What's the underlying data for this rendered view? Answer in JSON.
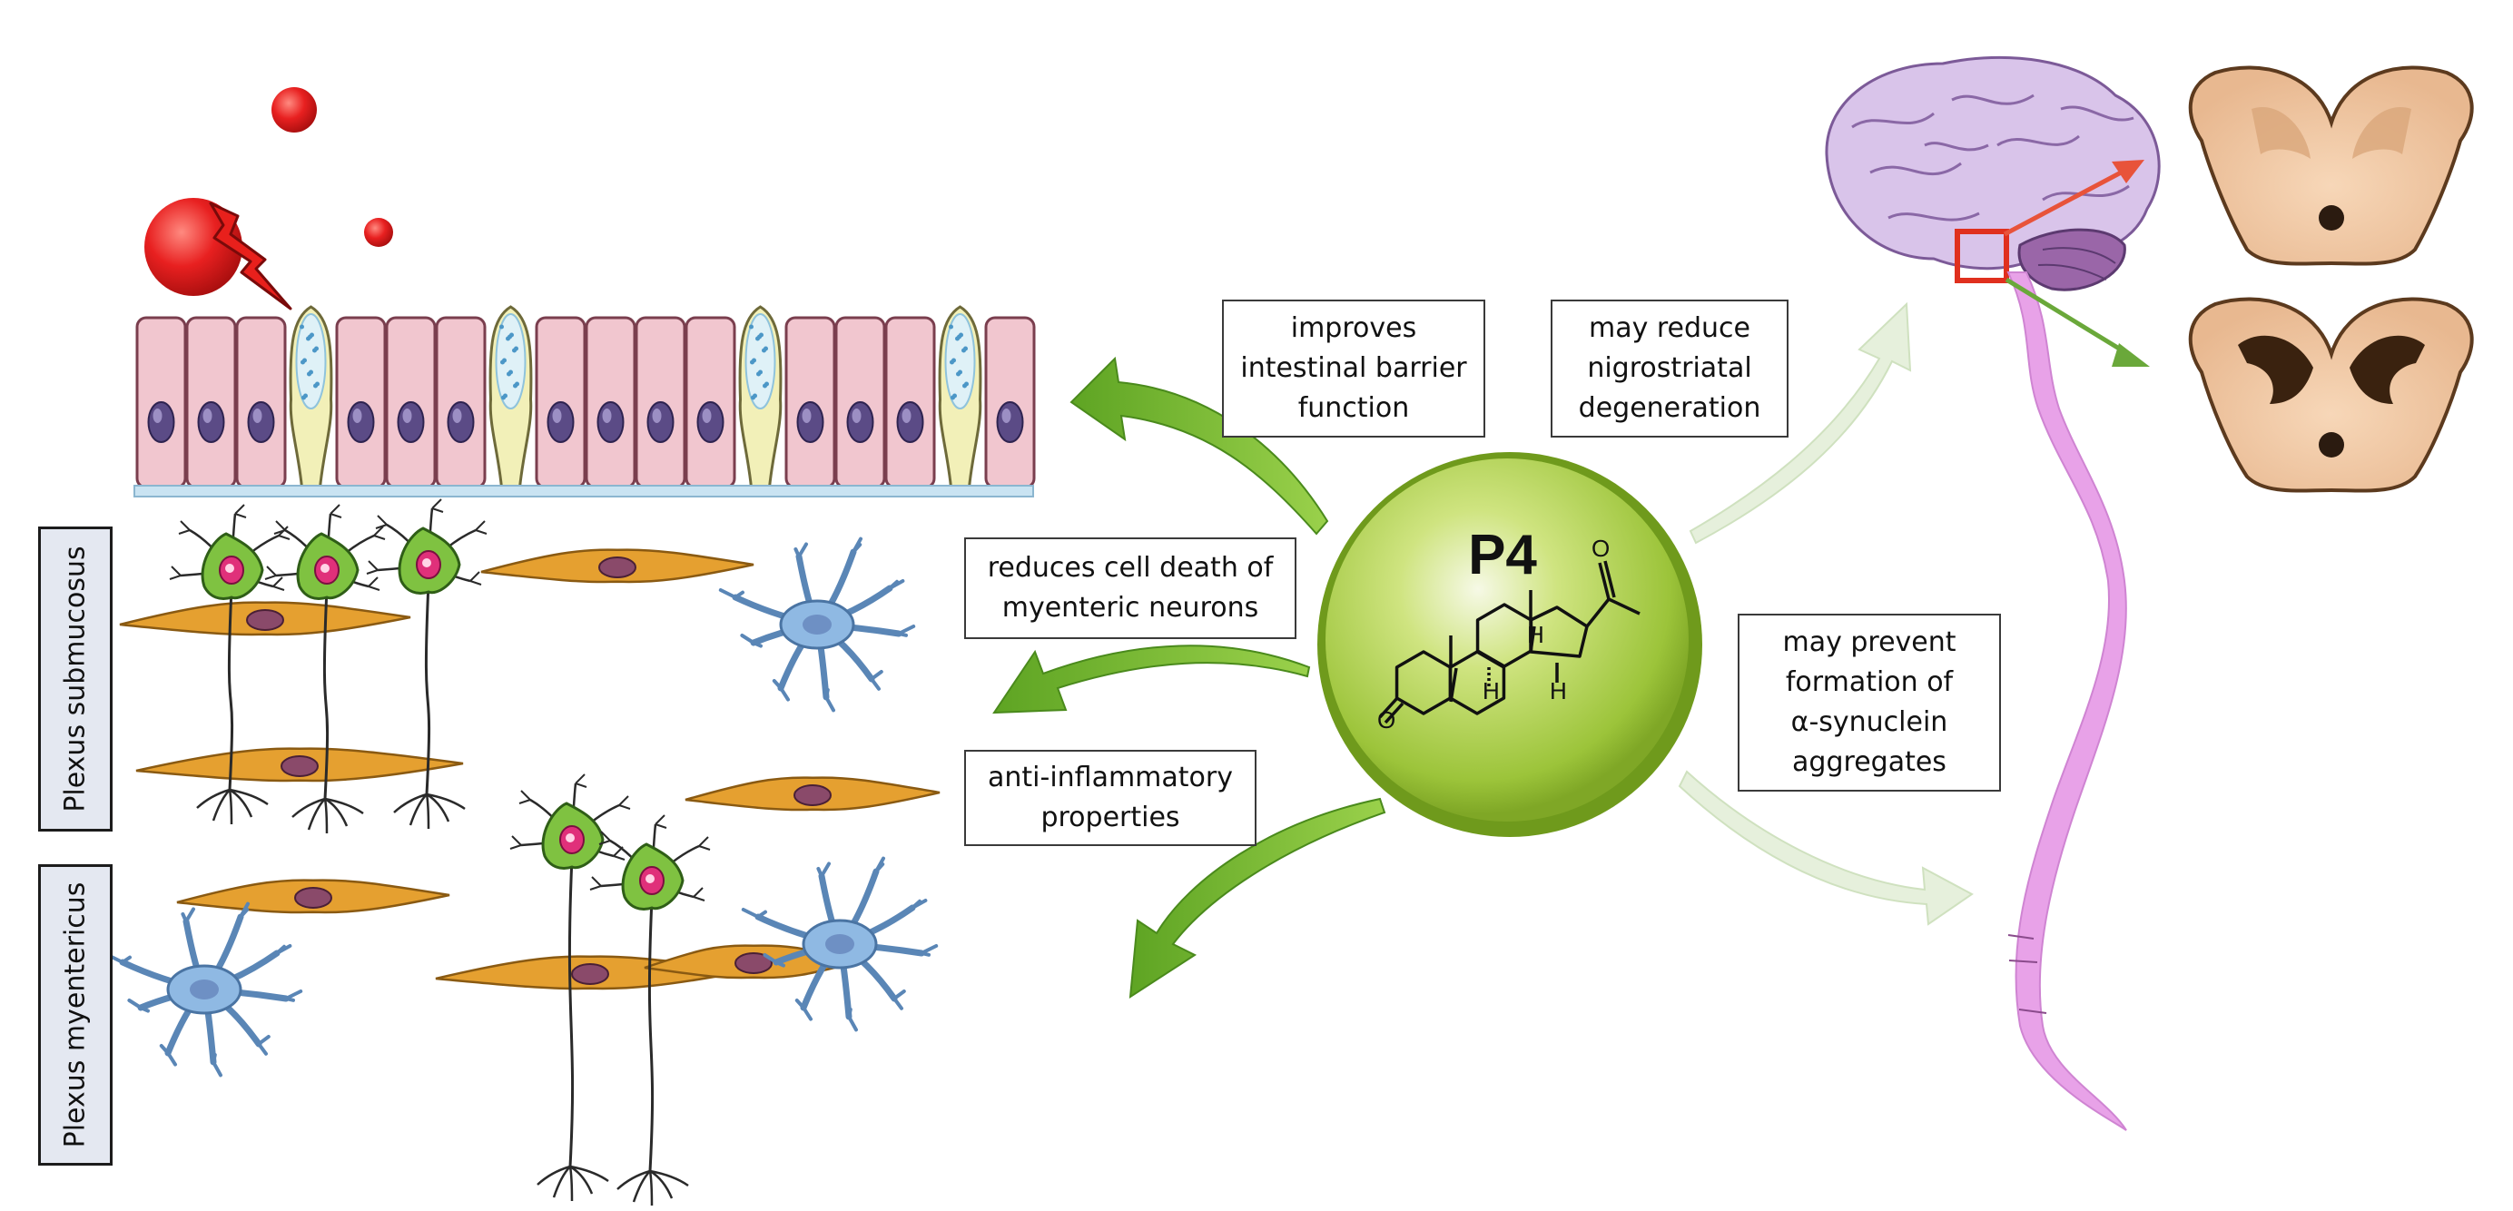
{
  "molecule": {
    "label": "P4"
  },
  "effects": {
    "barrier": "improves\nintestinal barrier\nfunction",
    "nigro": "may reduce\nnigrostriatal\ndegeneration",
    "cell_death": "reduces cell death of\nmyenteric neurons",
    "anti_inflam": "anti-inflammatory\nproperties",
    "synuclein": "may prevent\nformation of\nα-synuclein\naggregates"
  },
  "plexus": {
    "submucosus": "Plexus submucosus",
    "myentericus": "Plexus myentericus"
  },
  "chem": {
    "H": "H",
    "O": "O"
  },
  "colors": {
    "arrow_green": "#7dbb32",
    "arrow_light": "#e3efd8",
    "sphere": "#a8d23a",
    "enterocyte": "#f1c6cf",
    "goblet": "#f2f0b8",
    "neuron": "#7fc241",
    "glia": "#8fb9e3",
    "fibroblast": "#e5a030",
    "spinal": "#e8a2e8",
    "brain": "#c7a9dd",
    "midbrain": "#f2c9a2",
    "red_arrow": "#e8533a",
    "green_arrow": "#6aa83a"
  }
}
